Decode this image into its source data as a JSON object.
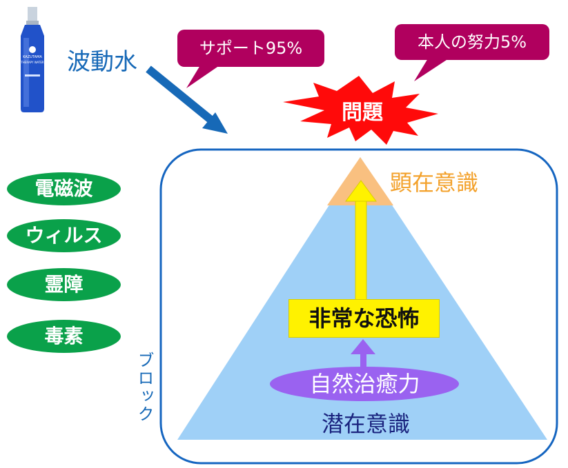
{
  "labels": {
    "hado_water": "波動水",
    "block": "ブロック",
    "support": "サポート95%",
    "effort": "本人の努力5%",
    "problem": "問題",
    "explicit": "顕在意識",
    "fear": "非常な恐怖",
    "healing": "自然治癒力",
    "subconscious": "潜在意識"
  },
  "pills": [
    "電磁波",
    "ウィルス",
    "霊障",
    "毒素"
  ],
  "bottle": {
    "brand": "KAZUTAMA",
    "product": "THERAPY WATER"
  },
  "colors": {
    "pill_green": "#0aa14a",
    "bubble_magenta": "#b0005e",
    "burst_red": "#ff0a0a",
    "arrow_blue": "#1769b7",
    "frame_blue": "#1565c0",
    "pyramid_blue": "#9fd0f7",
    "apex_orange": "#f9c080",
    "fear_yellow": "#fff200",
    "healing_purple": "#9a62f0"
  }
}
